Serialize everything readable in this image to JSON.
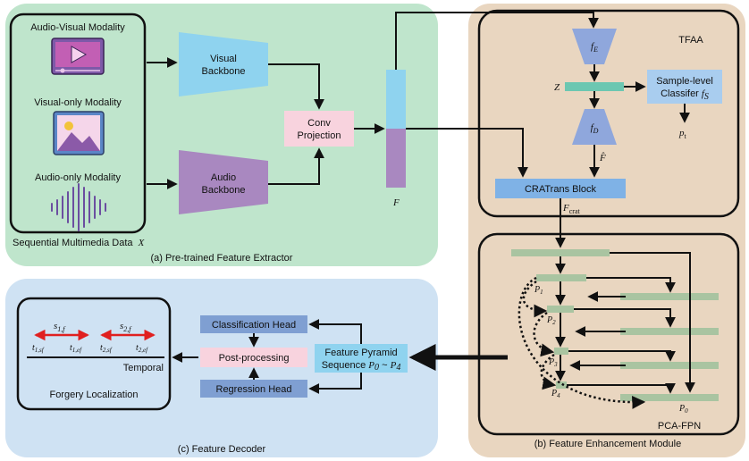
{
  "panels": {
    "extractor": "(a) Pre-trained Feature Extractor",
    "enhancement": "(b) Feature Enhancement Module",
    "decoder": "(c) Feature Decoder"
  },
  "extractor": {
    "av_modality": "Audio-Visual Modality",
    "v_modality": "Visual-only Modality",
    "a_modality": "Audio-only Modality",
    "data_caption": "Sequential Multimedia Data",
    "data_symbol": "X",
    "visual_backbone": [
      "Visual",
      "Backbone"
    ],
    "audio_backbone": [
      "Audio",
      "Backbone"
    ],
    "conv_projection": [
      "Conv",
      "Projection"
    ],
    "feature_symbol": "F"
  },
  "tfaa": {
    "title": "TFAA",
    "encoder_symbol": "f",
    "encoder_sub": "E",
    "decoder_symbol": "f",
    "decoder_sub": "D",
    "z_symbol": "Z",
    "fhat_symbol": "F̂",
    "classifier": [
      "Sample-level",
      "Classifer"
    ],
    "classifier_symbol": "f",
    "classifier_sub": "S",
    "pt_symbol": "p",
    "pt_sub": "t",
    "cratrans": "CRATrans Block",
    "fcrat_symbol": "F",
    "fcrat_sub": "crat"
  },
  "pca_fpn": {
    "title": "PCA-FPN",
    "levels": [
      "P1",
      "P2",
      "P3",
      "P4",
      "P0"
    ]
  },
  "decoder": {
    "classification_head": "Classification Head",
    "post_processing": "Post-processing",
    "regression_head": "Regression Head",
    "pyramid_line1": "Feature Pyramid",
    "pyramid_line2": "Sequence P0 ~ P4",
    "forgery_localization": "Forgery Localization",
    "temporal": "Temporal",
    "segment_labels": [
      "s1,f",
      "s2,f"
    ],
    "boundary_labels": [
      "t1,sf",
      "t1,ef",
      "t2,sf",
      "t2,ef"
    ]
  },
  "colors": {
    "green_panel": "#bfe5cc",
    "tan_panel": "#e9d6c0",
    "blue_panel": "#cfe2f3",
    "visual": "#8fd3ef",
    "audio": "#a988c0",
    "pink": "#f8d3de",
    "tfaa_blue": "#8fa7dc",
    "teal_bar": "#6cc7b1",
    "classifier": "#a9cdef",
    "crat": "#7fb2e6",
    "fpn_bar": "#a9c4a1",
    "head": "#7f9fd2",
    "arrow_red": "#e02020"
  }
}
